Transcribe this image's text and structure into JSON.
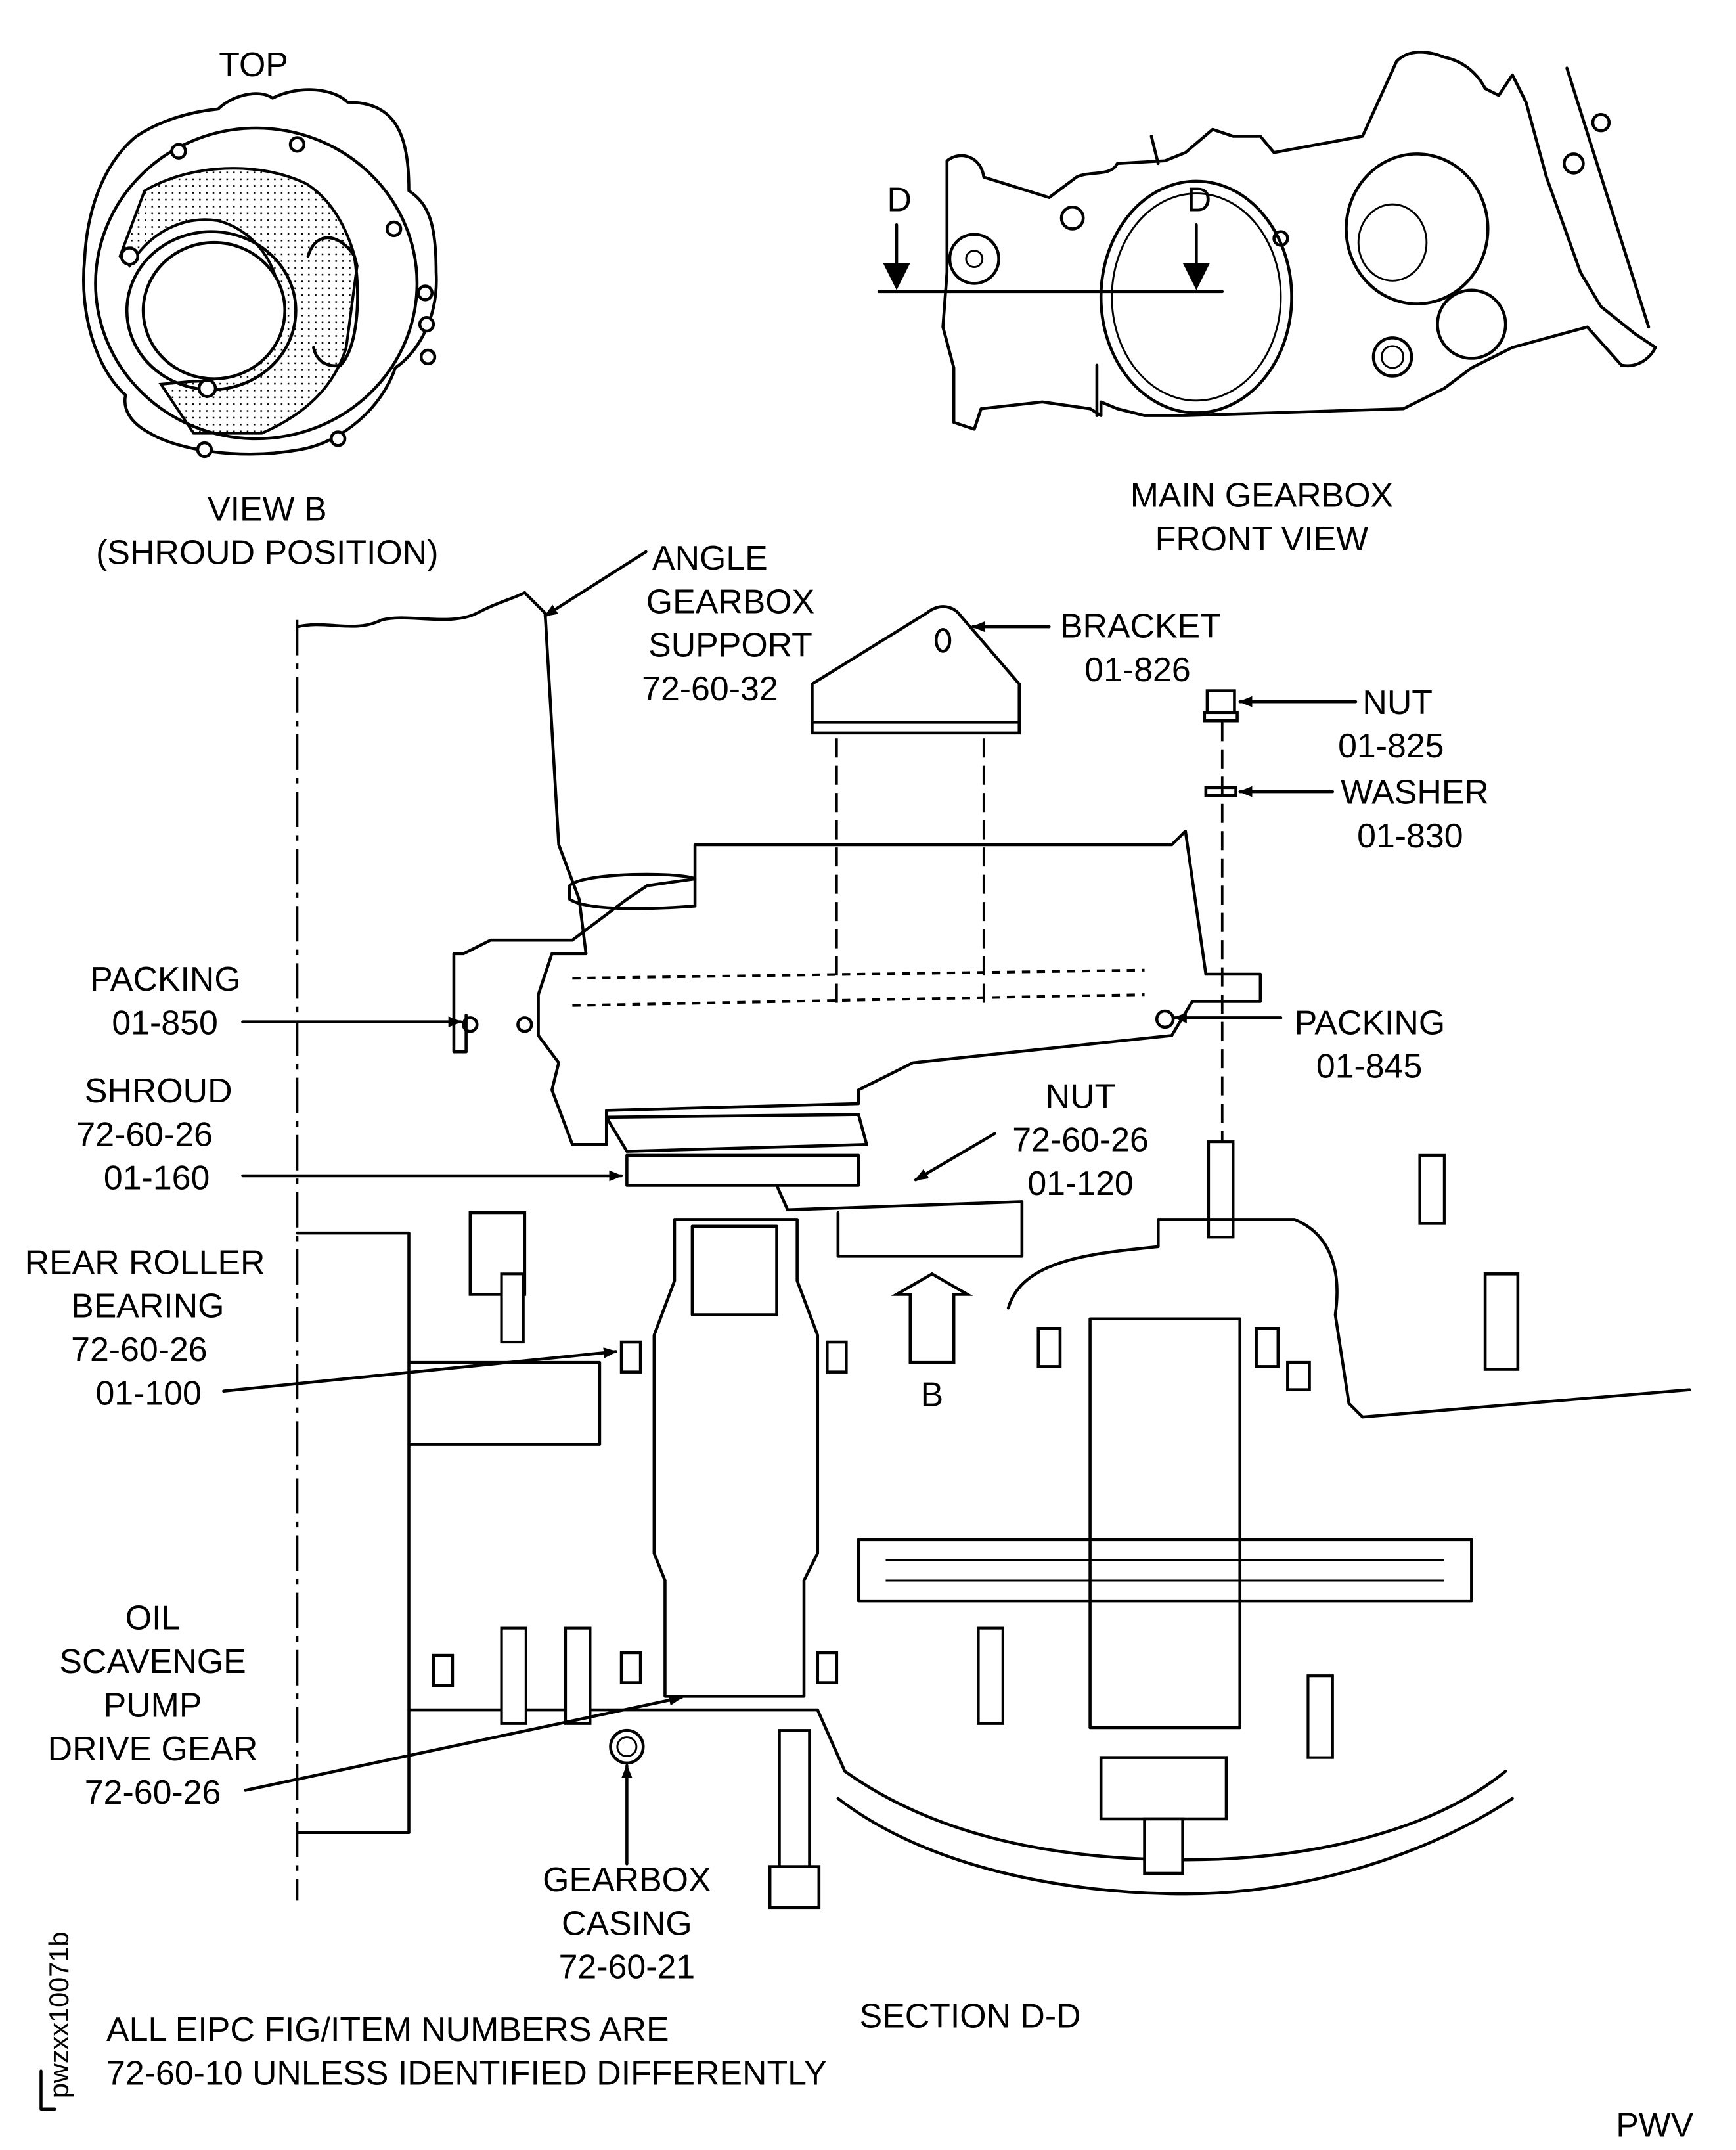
{
  "view_b": {
    "top_label": "TOP",
    "title_line1": "VIEW B",
    "title_line2": "(SHROUD POSITION)"
  },
  "front_view": {
    "section_marker_left": "D",
    "section_marker_right": "D",
    "title_line1": "MAIN GEARBOX",
    "title_line2": "FRONT VIEW"
  },
  "callouts": {
    "angle_gearbox_support": [
      "ANGLE",
      "GEARBOX",
      "SUPPORT",
      "72-60-32"
    ],
    "bracket": [
      "BRACKET",
      "01-826"
    ],
    "nut_top": [
      "NUT",
      "01-825"
    ],
    "washer": [
      "WASHER",
      "01-830"
    ],
    "packing_left": [
      "PACKING",
      "01-850"
    ],
    "packing_right": [
      "PACKING",
      "01-845"
    ],
    "shroud": [
      "SHROUD",
      "72-60-26",
      "01-160"
    ],
    "nut_mid": [
      "NUT",
      "72-60-26",
      "01-120"
    ],
    "rear_roller_bearing": [
      "REAR ROLLER",
      "BEARING",
      "72-60-26",
      "01-100"
    ],
    "view_arrow": "B",
    "oil_scavenge": [
      "OIL",
      "SCAVENGE",
      "PUMP",
      "DRIVE GEAR",
      "72-60-26"
    ],
    "gearbox_casing": [
      "GEARBOX",
      "CASING",
      "72-60-21"
    ]
  },
  "section_title": "SECTION D-D",
  "note": {
    "line1": "ALL EIPC FIG/ITEM NUMBERS ARE",
    "line2": "72-60-10 UNLESS IDENTIFIED DIFFERENTLY"
  },
  "figure_id": "pwzxx10071b",
  "footer_code": "PWV"
}
